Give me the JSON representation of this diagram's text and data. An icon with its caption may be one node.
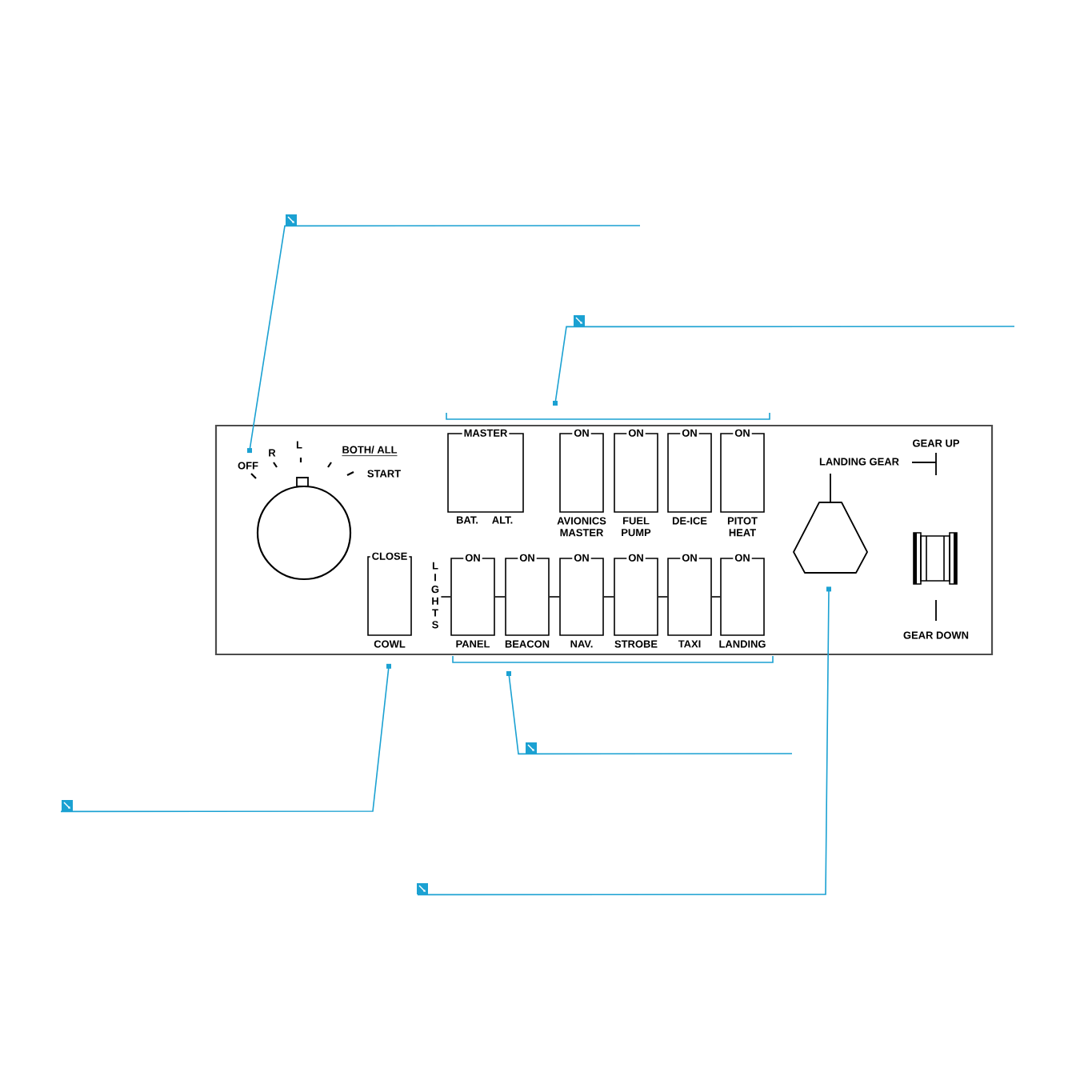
{
  "diagram": {
    "nodes": [
      {
        "text": [],
        "shape": "box"
      },
      {
        "text": [],
        "shape": "box"
      },
      {
        "text": [],
        "shape": "circle",
        "beside": [
          "OFF",
          "R",
          "L",
          "BOTH/ ALL",
          "START"
        ]
      },
      {
        "text": [
          "MASTER",
          "BAT.",
          "ALT."
        ]
      },
      {
        "text": [
          "ON",
          "AVIONICS MASTER"
        ]
      },
      {
        "text": [
          "ON",
          "FUEL PUMP"
        ]
      },
      {
        "text": [
          "ON",
          "DE-ICE"
        ]
      },
      {
        "text": [
          "ON",
          "PITOT HEAT"
        ]
      },
      {
        "text": [
          "LANDING GEAR"
        ]
      },
      {
        "text": [
          "GEAR UP",
          "GEAR DOWN"
        ]
      },
      {
        "text": [
          "CLOSE",
          "COWL"
        ]
      },
      {
        "text": [
          "L I G H T S"
        ]
      },
      {
        "text": [
          "ON",
          "PANEL"
        ]
      },
      {
        "text": [
          "ON",
          "BEACON"
        ]
      },
      {
        "text": [
          "ON",
          "NAV."
        ]
      },
      {
        "text": [
          "ON",
          "STROBE"
        ]
      },
      {
        "text": [
          "ON",
          "TAXI"
        ]
      },
      {
        "text": [
          "ON",
          "LANDING"
        ]
      },
      {
        "text": [],
        "shape": "box"
      },
      {
        "text": [],
        "shape": "box"
      },
      {
        "text": [],
        "shape": "box"
      }
    ],
    "edges": [
      {
        "from": 0,
        "to": 2,
        "arrow": "other",
        "color": "#1ba1d2"
      },
      {
        "from": 1,
        "to": null,
        "arrow": "other",
        "color": "#1ba1d2"
      },
      {
        "from": 18,
        "to": null,
        "arrow": "other",
        "color": "#1ba1d2"
      },
      {
        "from": 19,
        "to": 10,
        "arrow": "other",
        "color": "#1ba1d2"
      },
      {
        "from": 20,
        "to": 8,
        "arrow": "other",
        "color": "#1ba1d2"
      },
      {
        "from": 11,
        "to": 12,
        "arrow": "none"
      },
      {
        "from": 12,
        "to": 13,
        "arrow": "none"
      },
      {
        "from": 13,
        "to": 14,
        "arrow": "none"
      },
      {
        "from": 14,
        "to": 15,
        "arrow": "none"
      },
      {
        "from": 15,
        "to": 16,
        "arrow": "none"
      },
      {
        "from": 16,
        "to": 17,
        "arrow": "none"
      }
    ]
  }
}
